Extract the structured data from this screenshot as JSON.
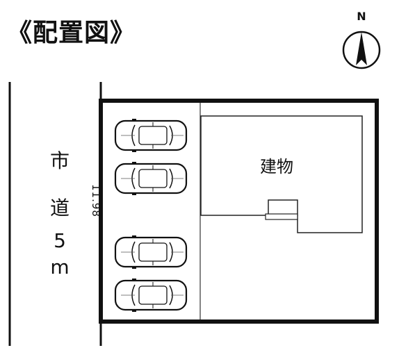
{
  "title": "《配置図》",
  "compass": {
    "north_label": "N"
  },
  "road": {
    "label_chars": [
      "市",
      "道",
      "5",
      "m"
    ]
  },
  "frontage_dimension": "11.98",
  "building": {
    "label": "建物"
  },
  "parking": {
    "car_count": 4
  }
}
